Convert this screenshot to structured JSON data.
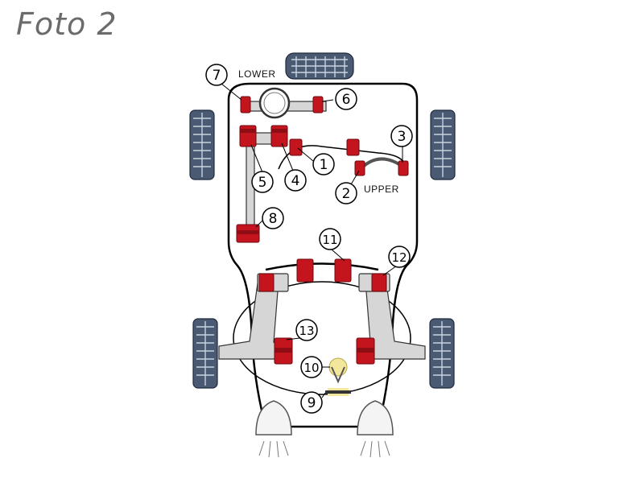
{
  "title": "Foto 2",
  "labels": {
    "lower": "LOWER",
    "upper": "UPPER"
  },
  "callouts": [
    "1",
    "2",
    "3",
    "4",
    "5",
    "6",
    "7",
    "8",
    "9",
    "10",
    "11",
    "12",
    "13"
  ],
  "colors": {
    "bush": "#c4141d",
    "frame": "#000000",
    "arm": "#d6d6d6",
    "tyre": "#4a5a72",
    "title": "#6b6b6b",
    "highlight": "#f2e79a"
  }
}
